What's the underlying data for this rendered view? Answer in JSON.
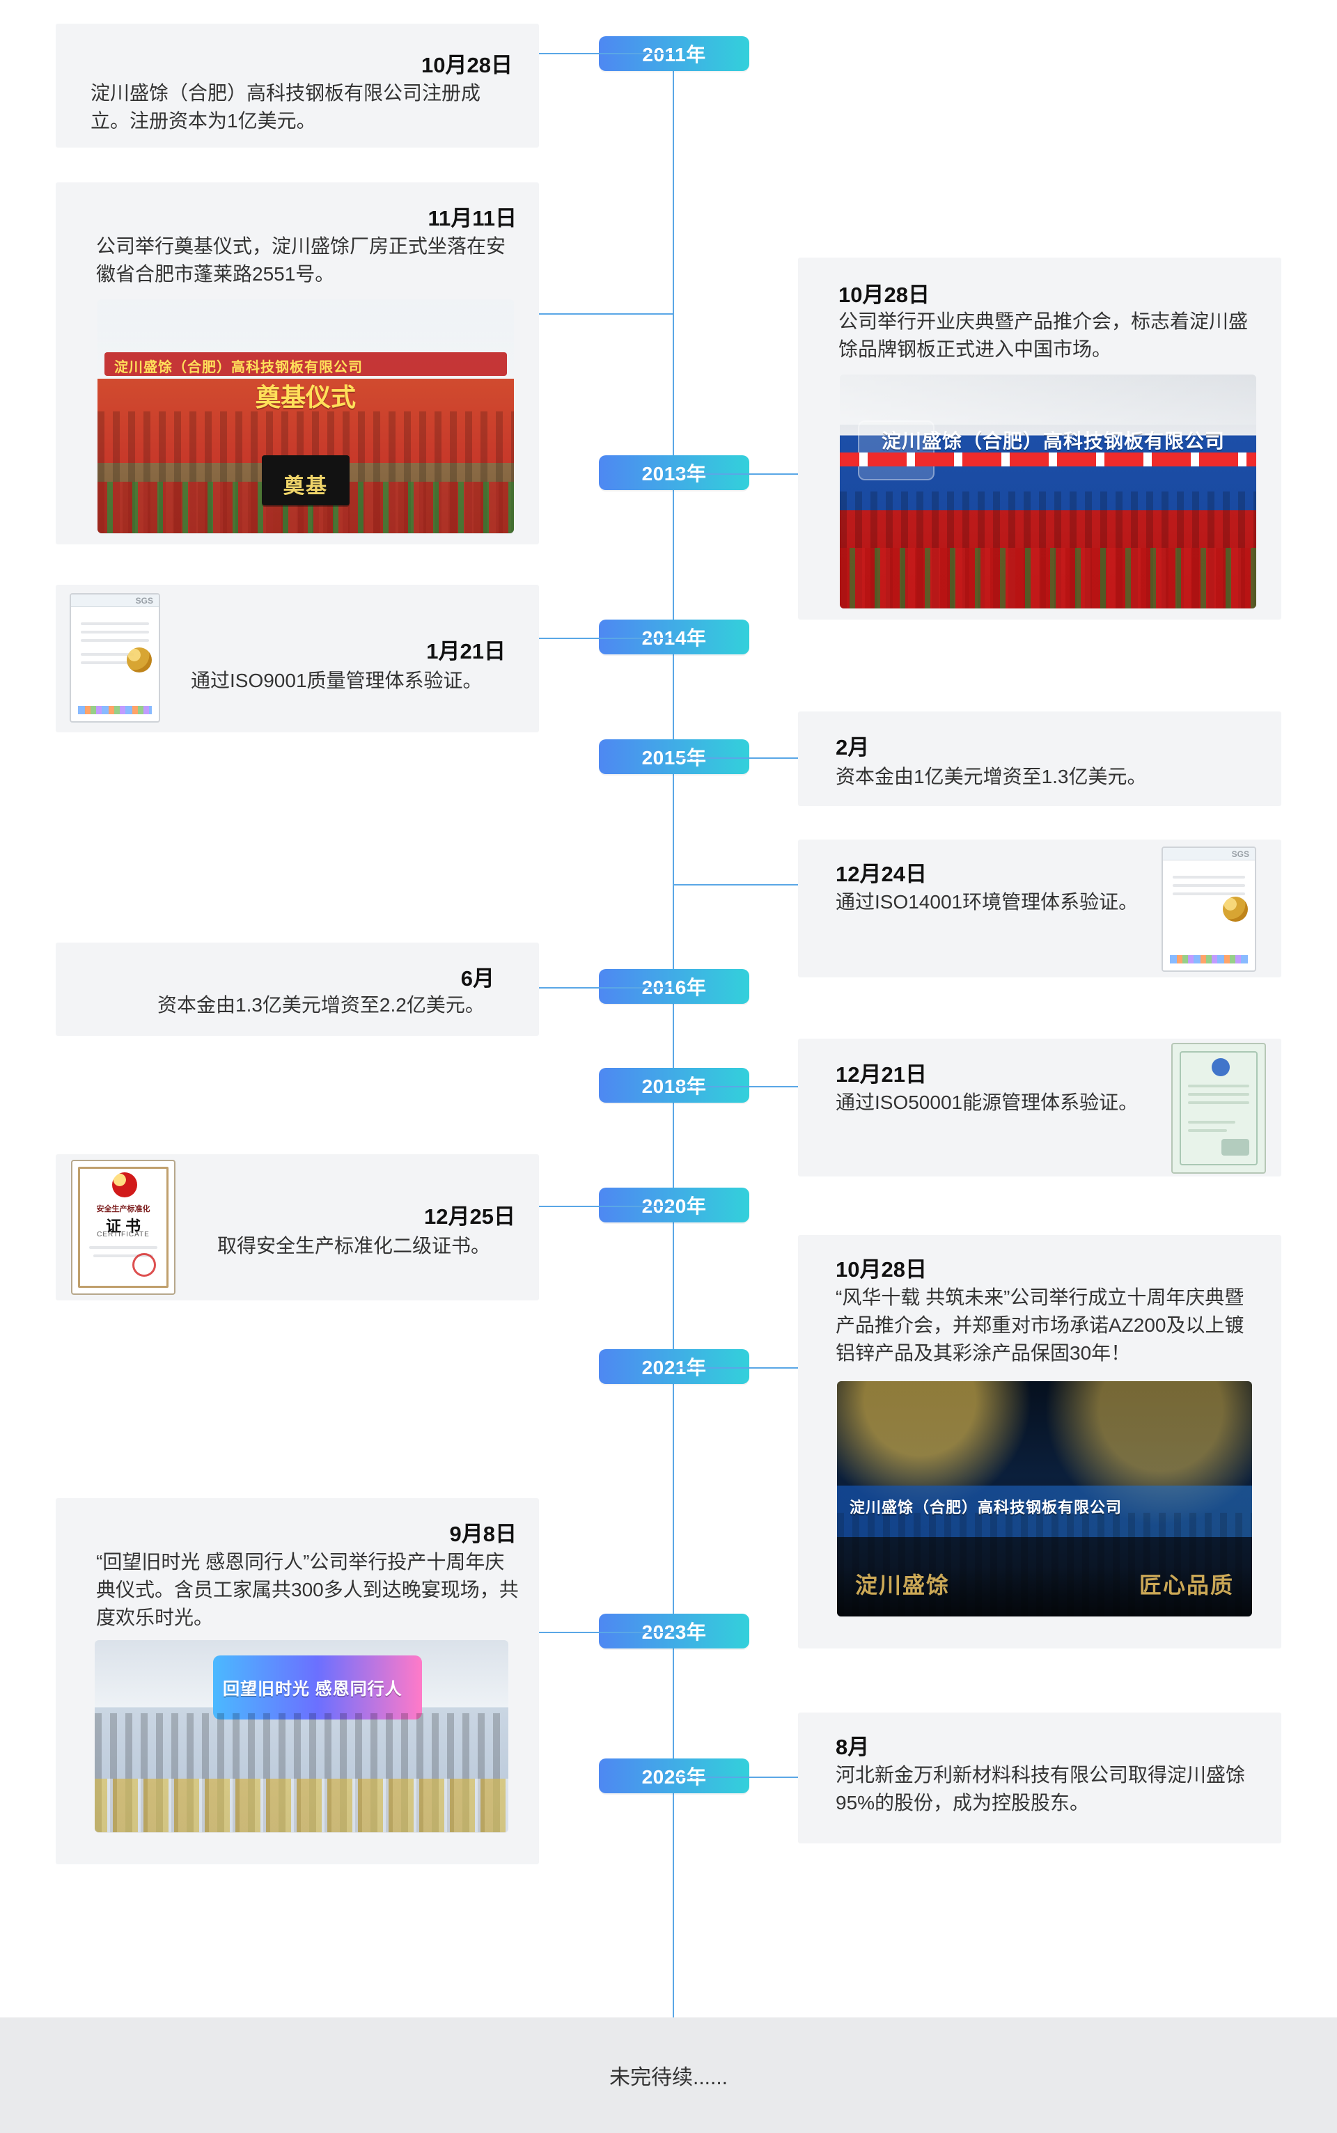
{
  "timeline": {
    "years": {
      "y2011": "2011年",
      "y2013": "2013年",
      "y2014": "2014年",
      "y2015": "2015年",
      "y2016": "2016年",
      "y2018": "2018年",
      "y2020": "2020年",
      "y2021": "2021年",
      "y2023": "2023年",
      "y2026": "2026年"
    },
    "events": {
      "e1": {
        "date": "10月28日",
        "desc": "淀川盛馀（合肥）高科技钢板有限公司注册成立。注册资本为1亿美元。"
      },
      "e2": {
        "date": "11月11日",
        "desc": "公司举行奠基仪式，淀川盛馀厂房正式坐落在安徽省合肥市蓬莱路2551号。",
        "photo": {
          "title": "淀川盛馀（合肥）高科技钢板有限公司",
          "subtitle": "奠基仪式",
          "stone": "奠基"
        }
      },
      "e3": {
        "date": "10月28日",
        "desc": "公司举行开业庆典暨产品推介会，标志着淀川盛馀品牌钢板正式进入中国市场。",
        "photo": {
          "title": "淀川盛馀（合肥）高科技钢板有限公司"
        }
      },
      "e4": {
        "date": "1月21日",
        "desc": "通过ISO9001质量管理体系验证。",
        "cert": {
          "mark": "SGS"
        }
      },
      "e5": {
        "date": "2月",
        "desc": "资本金由1亿美元增资至1.3亿美元。"
      },
      "e6": {
        "date": "12月24日",
        "desc": "通过ISO14001环境管理体系验证。",
        "cert": {
          "mark": "SGS"
        }
      },
      "e7": {
        "date": "6月",
        "desc": "资本金由1.3亿美元增资至2.2亿美元。"
      },
      "e8": {
        "date": "12月21日",
        "desc": "通过ISO50001能源管理体系验证。"
      },
      "e9": {
        "date": "12月25日",
        "desc": "取得安全生产标准化二级证书。",
        "cert": {
          "title": "安全生产标准化",
          "main": "证 书",
          "sub": "CERTIFICATE"
        }
      },
      "e10": {
        "date": "10月28日",
        "desc": "“风华十载 共筑未来”公司举行成立十周年庆典暨产品推介会，并郑重对市场承诺AZ200及以上镀铝锌产品及其彩涂产品保固30年！",
        "photo": {
          "title": "淀川盛馀（合肥）高科技钢板有限公司",
          "bottom_left": "淀川盛馀",
          "bottom_right": "匠心品质"
        }
      },
      "e11": {
        "date": "9月8日",
        "desc": "“回望旧时光 感恩同行人”公司举行投产十周年庆典仪式。含员工家属共300多人到达晚宴现场，共度欢乐时光。",
        "photo": {
          "banner": "回望旧时光 感恩同行人"
        }
      },
      "e12": {
        "date": "8月",
        "desc": "河北新金万利新材料科技有限公司取得淀川盛馀95%的股份，成为控股股东。"
      }
    }
  },
  "footer": {
    "text": "未完待续......"
  }
}
